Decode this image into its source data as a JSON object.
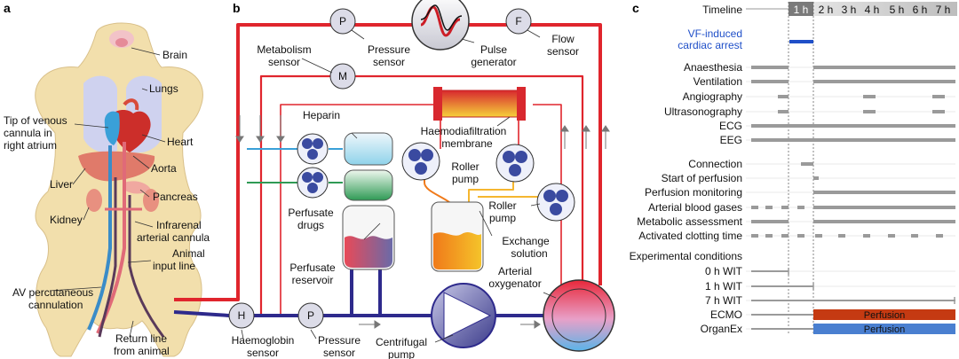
{
  "panels": {
    "a": "a",
    "b": "b",
    "c": "c"
  },
  "anatomy": {
    "brain": "Brain",
    "lungs": "Lungs",
    "tip_line1": "Tip of venous",
    "tip_line2": "cannula in",
    "tip_line3": "right atrium",
    "heart": "Heart",
    "aorta": "Aorta",
    "liver": "Liver",
    "pancreas": "Pancreas",
    "kidney": "Kidney",
    "infrarenal_1": "Infrarenal",
    "infrarenal_2": "arterial cannula",
    "animal_1": "Animal",
    "animal_2": "input line",
    "av_1": "AV percutaneous",
    "av_2": "cannulation",
    "return_1": "Return line",
    "return_2": "from animal"
  },
  "circuit": {
    "p_letter": "P",
    "m_letter": "M",
    "f_letter": "F",
    "h_letter": "H",
    "pressure_1": "Pressure",
    "pressure_2": "sensor",
    "pulse_1": "Pulse",
    "pulse_2": "generator",
    "flow_1": "Flow",
    "flow_2": "sensor",
    "metab_1": "Metabolism",
    "metab_2": "sensor",
    "heparin": "Heparin",
    "haemo_1": "Haemodiafiltration",
    "haemo_2": "membrane",
    "roller1_1": "Roller",
    "roller1_2": "pump",
    "roller2_1": "Roller",
    "roller2_2": "pump",
    "perfusate_drugs_1": "Perfusate",
    "perfusate_drugs_2": "drugs",
    "exchange_1": "Exchange",
    "exchange_2": "solution",
    "reservoir_1": "Perfusate",
    "reservoir_2": "reservoir",
    "oxy_1": "Arterial",
    "oxy_2": "oxygenator",
    "hsensor_1": "Haemoglobin",
    "hsensor_2": "sensor",
    "psensor_1": "Pressure",
    "psensor_2": "sensor",
    "centri_1": "Centrifugal",
    "centri_2": "pump"
  },
  "timeline": {
    "title": "Timeline",
    "hours": [
      "1 h",
      "2 h",
      "3 h",
      "4 h",
      "5 h",
      "6 h",
      "7 h"
    ],
    "vf_1": "VF-induced",
    "vf_2": "cardiac arrest",
    "rows_a": [
      "Anaesthesia",
      "Ventilation",
      "Angiography",
      "Ultrasonography",
      "ECG",
      "EEG"
    ],
    "rows_b": [
      "Connection",
      "Start of perfusion",
      "Perfusion monitoring",
      "Arterial blood gases",
      "Metabolic assessment",
      "Activated clotting time"
    ],
    "conditions_title": "Experimental conditions",
    "rows_c": [
      "0 h WIT",
      "1 h WIT",
      "7 h WIT",
      "ECMO",
      "OrganEx"
    ],
    "ecmo_bar": "Perfusion",
    "organex_bar": "Perfusion",
    "colors": {
      "vf": "#1f4fc8",
      "ecmo": "#c53a12",
      "organex": "#4a7fd0",
      "bar": "#9a9a9a"
    }
  }
}
